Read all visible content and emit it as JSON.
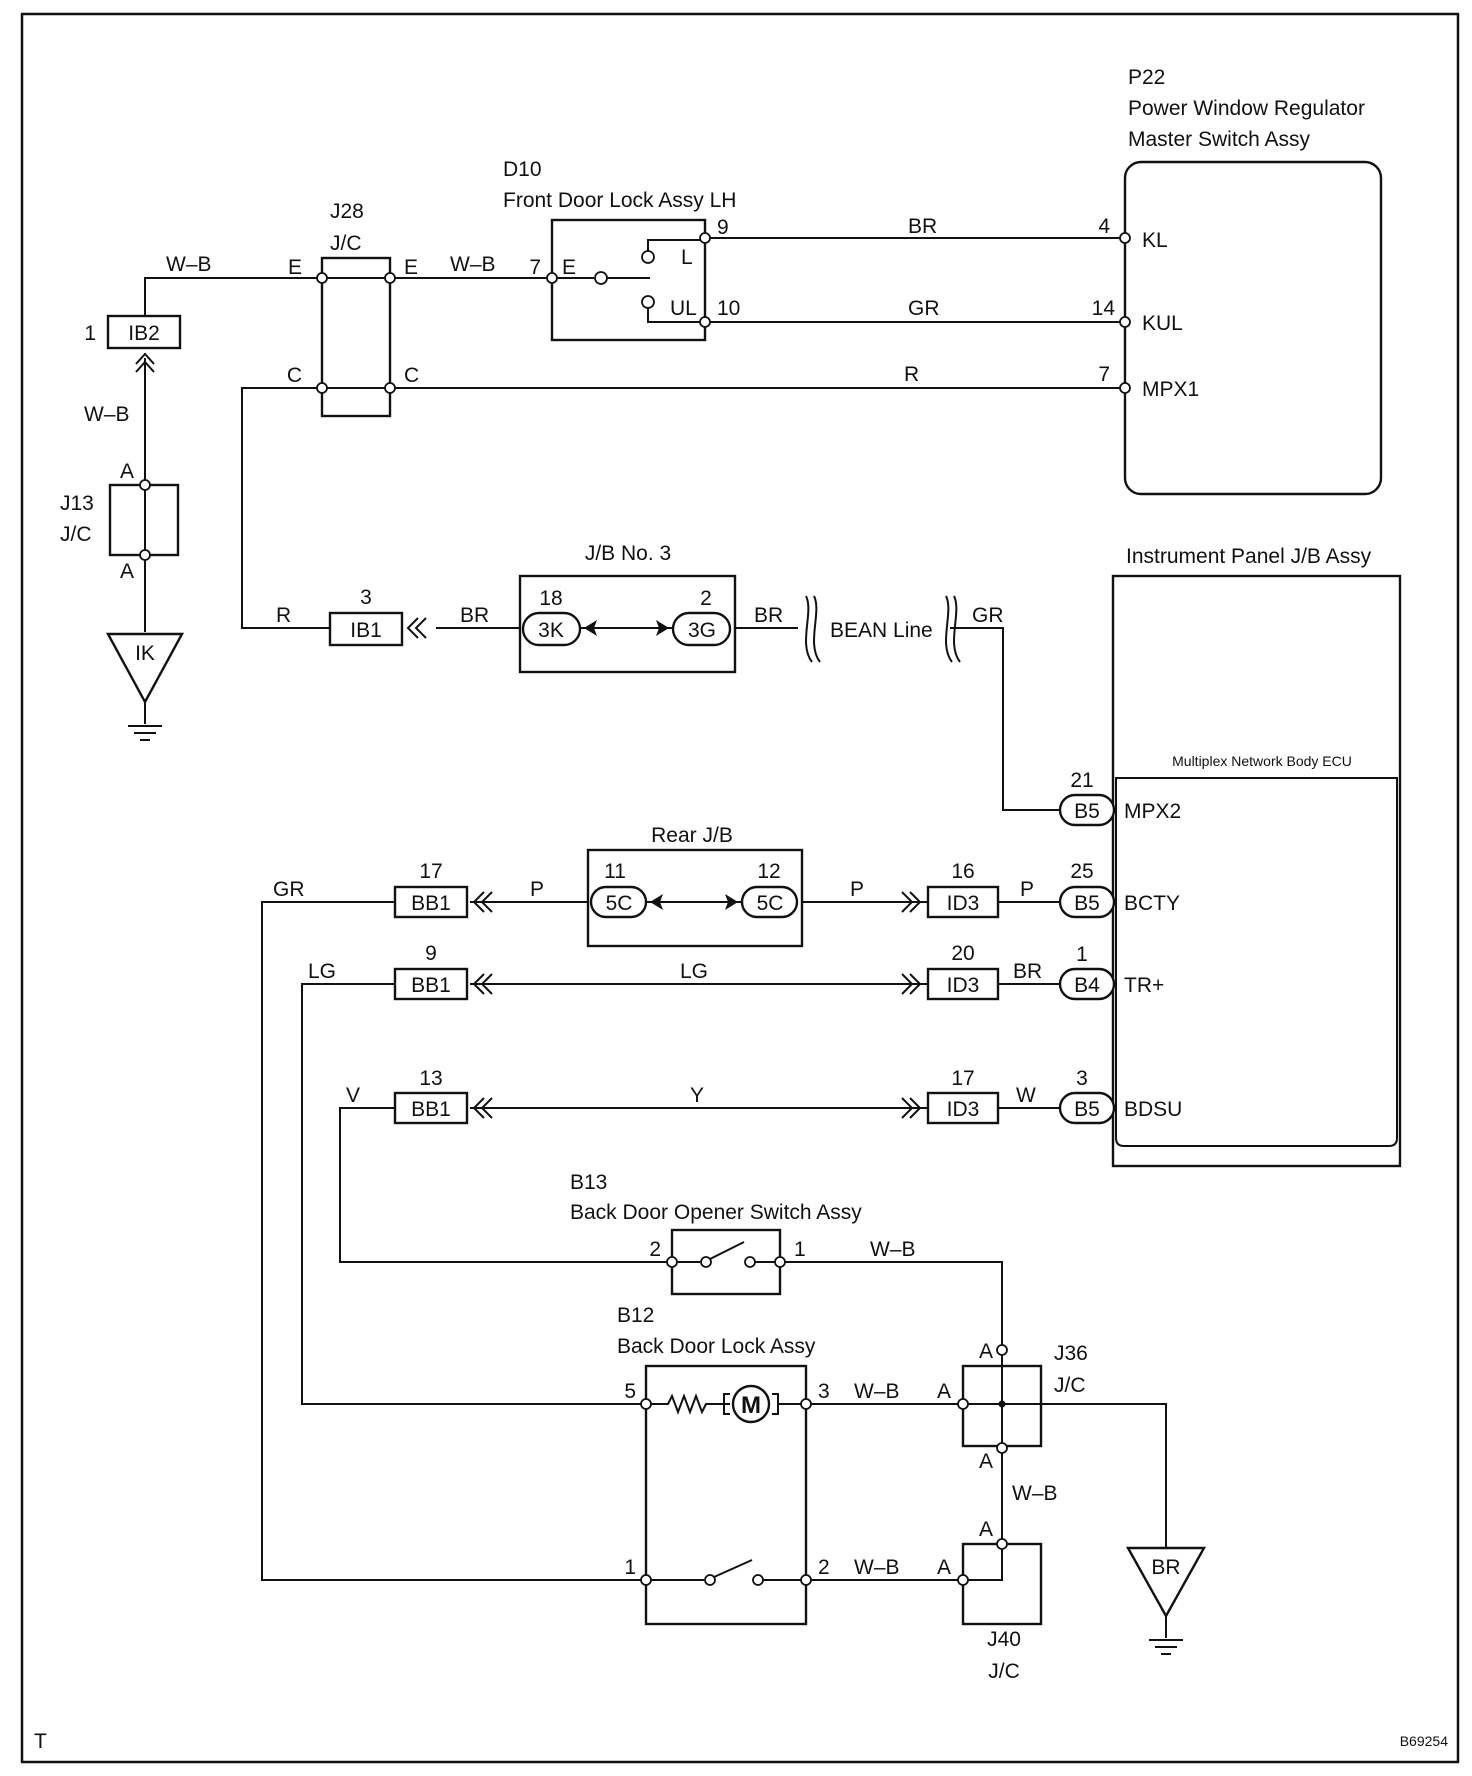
{
  "corner_left": "T",
  "corner_right": "B69254",
  "components": {
    "p22": {
      "id": "P22",
      "name_line1": "Power Window Regulator",
      "name_line2": "Master Switch Assy",
      "pins": [
        {
          "num": "4",
          "name": "KL"
        },
        {
          "num": "14",
          "name": "KUL"
        },
        {
          "num": "7",
          "name": "MPX1"
        }
      ]
    },
    "d10": {
      "id": "D10",
      "name": "Front Door Lock Assy LH",
      "pin_7": "7",
      "pin_e": "E",
      "pin_l": "L",
      "pin_ul": "UL",
      "pin_9": "9",
      "pin_10": "10"
    },
    "j28": {
      "id": "J28",
      "type": "J/C",
      "e_left": "E",
      "e_right": "E",
      "c_left": "C",
      "c_right": "C"
    },
    "ib2": {
      "label": "IB2",
      "pin": "1"
    },
    "j13": {
      "id": "J13",
      "type": "J/C",
      "top": "A",
      "bottom": "A"
    },
    "ground_ik": "IK",
    "ib1": {
      "label": "IB1",
      "pin": "3"
    },
    "jb3": {
      "name": "J/B No. 3",
      "left_pin": "18",
      "left_conn": "3K",
      "right_pin": "2",
      "right_conn": "3G"
    },
    "bean_line": "BEAN Line",
    "ipjb": {
      "name": "Instrument Panel J/B Assy",
      "ecu": "Multiplex Network Body ECU",
      "pins": [
        {
          "num": "21",
          "conn": "B5",
          "name": "MPX2"
        },
        {
          "num": "25",
          "conn": "B5",
          "name": "BCTY"
        },
        {
          "num": "1",
          "conn": "B4",
          "name": "TR+"
        },
        {
          "num": "3",
          "conn": "B5",
          "name": "BDSU"
        }
      ]
    },
    "rearjb": {
      "name": "Rear J/B",
      "left_pin": "11",
      "left_conn": "5C",
      "right_pin": "12",
      "right_conn": "5C"
    },
    "bb1": [
      {
        "label": "BB1",
        "pin": "17"
      },
      {
        "label": "BB1",
        "pin": "9"
      },
      {
        "label": "BB1",
        "pin": "13"
      }
    ],
    "id3": [
      {
        "label": "ID3",
        "pin": "16"
      },
      {
        "label": "ID3",
        "pin": "20"
      },
      {
        "label": "ID3",
        "pin": "17"
      }
    ],
    "b13": {
      "id": "B13",
      "name": "Back Door Opener Switch Assy",
      "pin_left": "2",
      "pin_right": "1"
    },
    "b12": {
      "id": "B12",
      "name": "Back Door Lock Assy",
      "motor": "M",
      "pin_5": "5",
      "pin_3": "3",
      "pin_1": "1",
      "pin_2": "2"
    },
    "j36": {
      "id": "J36",
      "type": "J/C",
      "top": "A",
      "left": "A",
      "bottom": "A"
    },
    "j40": {
      "id": "J40",
      "type": "J/C",
      "top": "A",
      "left": "A"
    },
    "ground_br": "BR"
  },
  "wires": {
    "wb_ib2_j28": "W–B",
    "wb_j28_d10": "W–B",
    "br_kl": "BR",
    "gr_kul": "GR",
    "r_mpx1": "R",
    "wb_ib2_j13": "W–B",
    "r_ib1": "R",
    "br_ib1_jb": "BR",
    "br_jb_bean": "BR",
    "gr_bean_mpx2": "GR",
    "gr_bb1_17": "GR",
    "p_bb1_rear": "P",
    "p_rear_id3": "P",
    "p_id3_b5": "P",
    "lg_bb1_9": "LG",
    "lg_bb1_id3": "LG",
    "br_id3_b4": "BR",
    "v_bb1_13": "V",
    "y_bb1_id3": "Y",
    "w_id3_b5": "W",
    "wb_b13_j36": "W–B",
    "wb_b12_j36": "W–B",
    "wb_j36_j40": "W–B",
    "wb_b12_j40": "W–B"
  }
}
